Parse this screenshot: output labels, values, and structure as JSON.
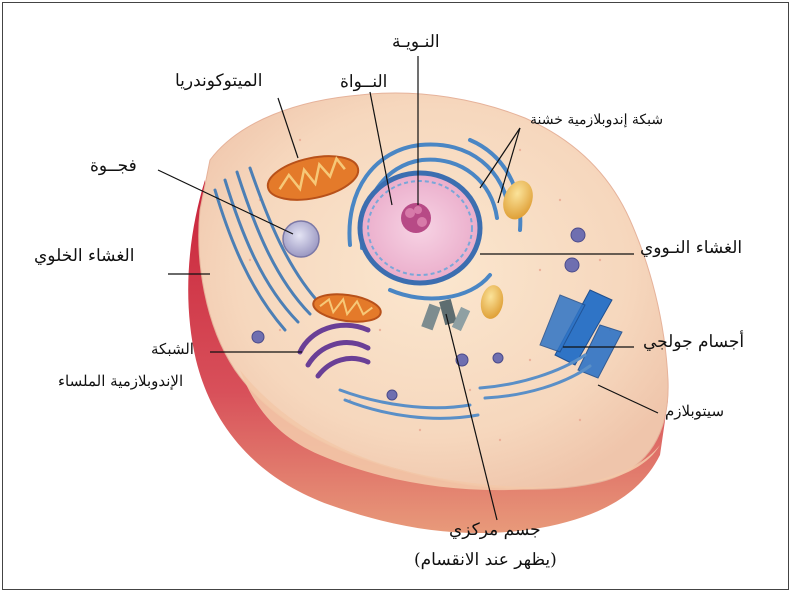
{
  "labels": {
    "nucleolus": "النـويـة",
    "nucleus": "النــواة",
    "mitochondria": "الميتوكوندريا",
    "rough_er": "شبكة إندوبلازمية خشنة",
    "vacuole": "فجــوة",
    "cell_membrane": "الغشاء الخلوي",
    "nuclear_envelope": "الغشاء النـووي",
    "golgi": "أجسام جولجي",
    "smooth_er_line1": "الشبكة",
    "smooth_er_line2": "الإندوبلازمية الملساء",
    "cytoplasm": "سيتوبلازم",
    "centrosome_line1": "جسم مركزي",
    "centrosome_line2": "(يظهر عند الانقسام)"
  }
}
